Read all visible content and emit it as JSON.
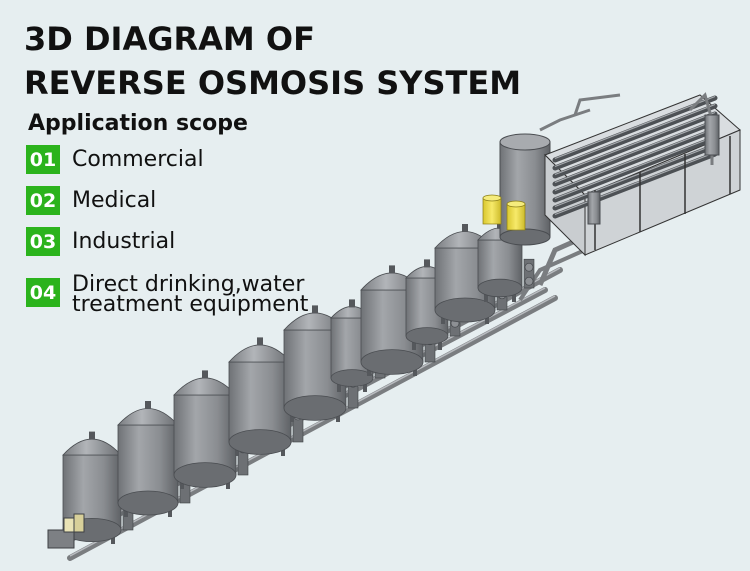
{
  "title_line1": "3D DIAGRAM OF",
  "title_line2": "REVERSE OSMOSIS SYSTEM",
  "subtitle": "Application scope",
  "scope_items": [
    {
      "num": "01",
      "label": "Commercial"
    },
    {
      "num": "02",
      "label": "Medical"
    },
    {
      "num": "03",
      "label": "Industrial"
    },
    {
      "num": "04",
      "label_line1": "Direct drinking,water",
      "label_line2": "treatment equipment"
    }
  ],
  "colors": {
    "badge_green": "#2bb31c",
    "tank_gray": "#8c8f93",
    "pipe_gray": "#7a7d80",
    "frame_line": "#333333",
    "chemical_tank_yellow": "#f0e04a",
    "background": "#e6eef0"
  }
}
